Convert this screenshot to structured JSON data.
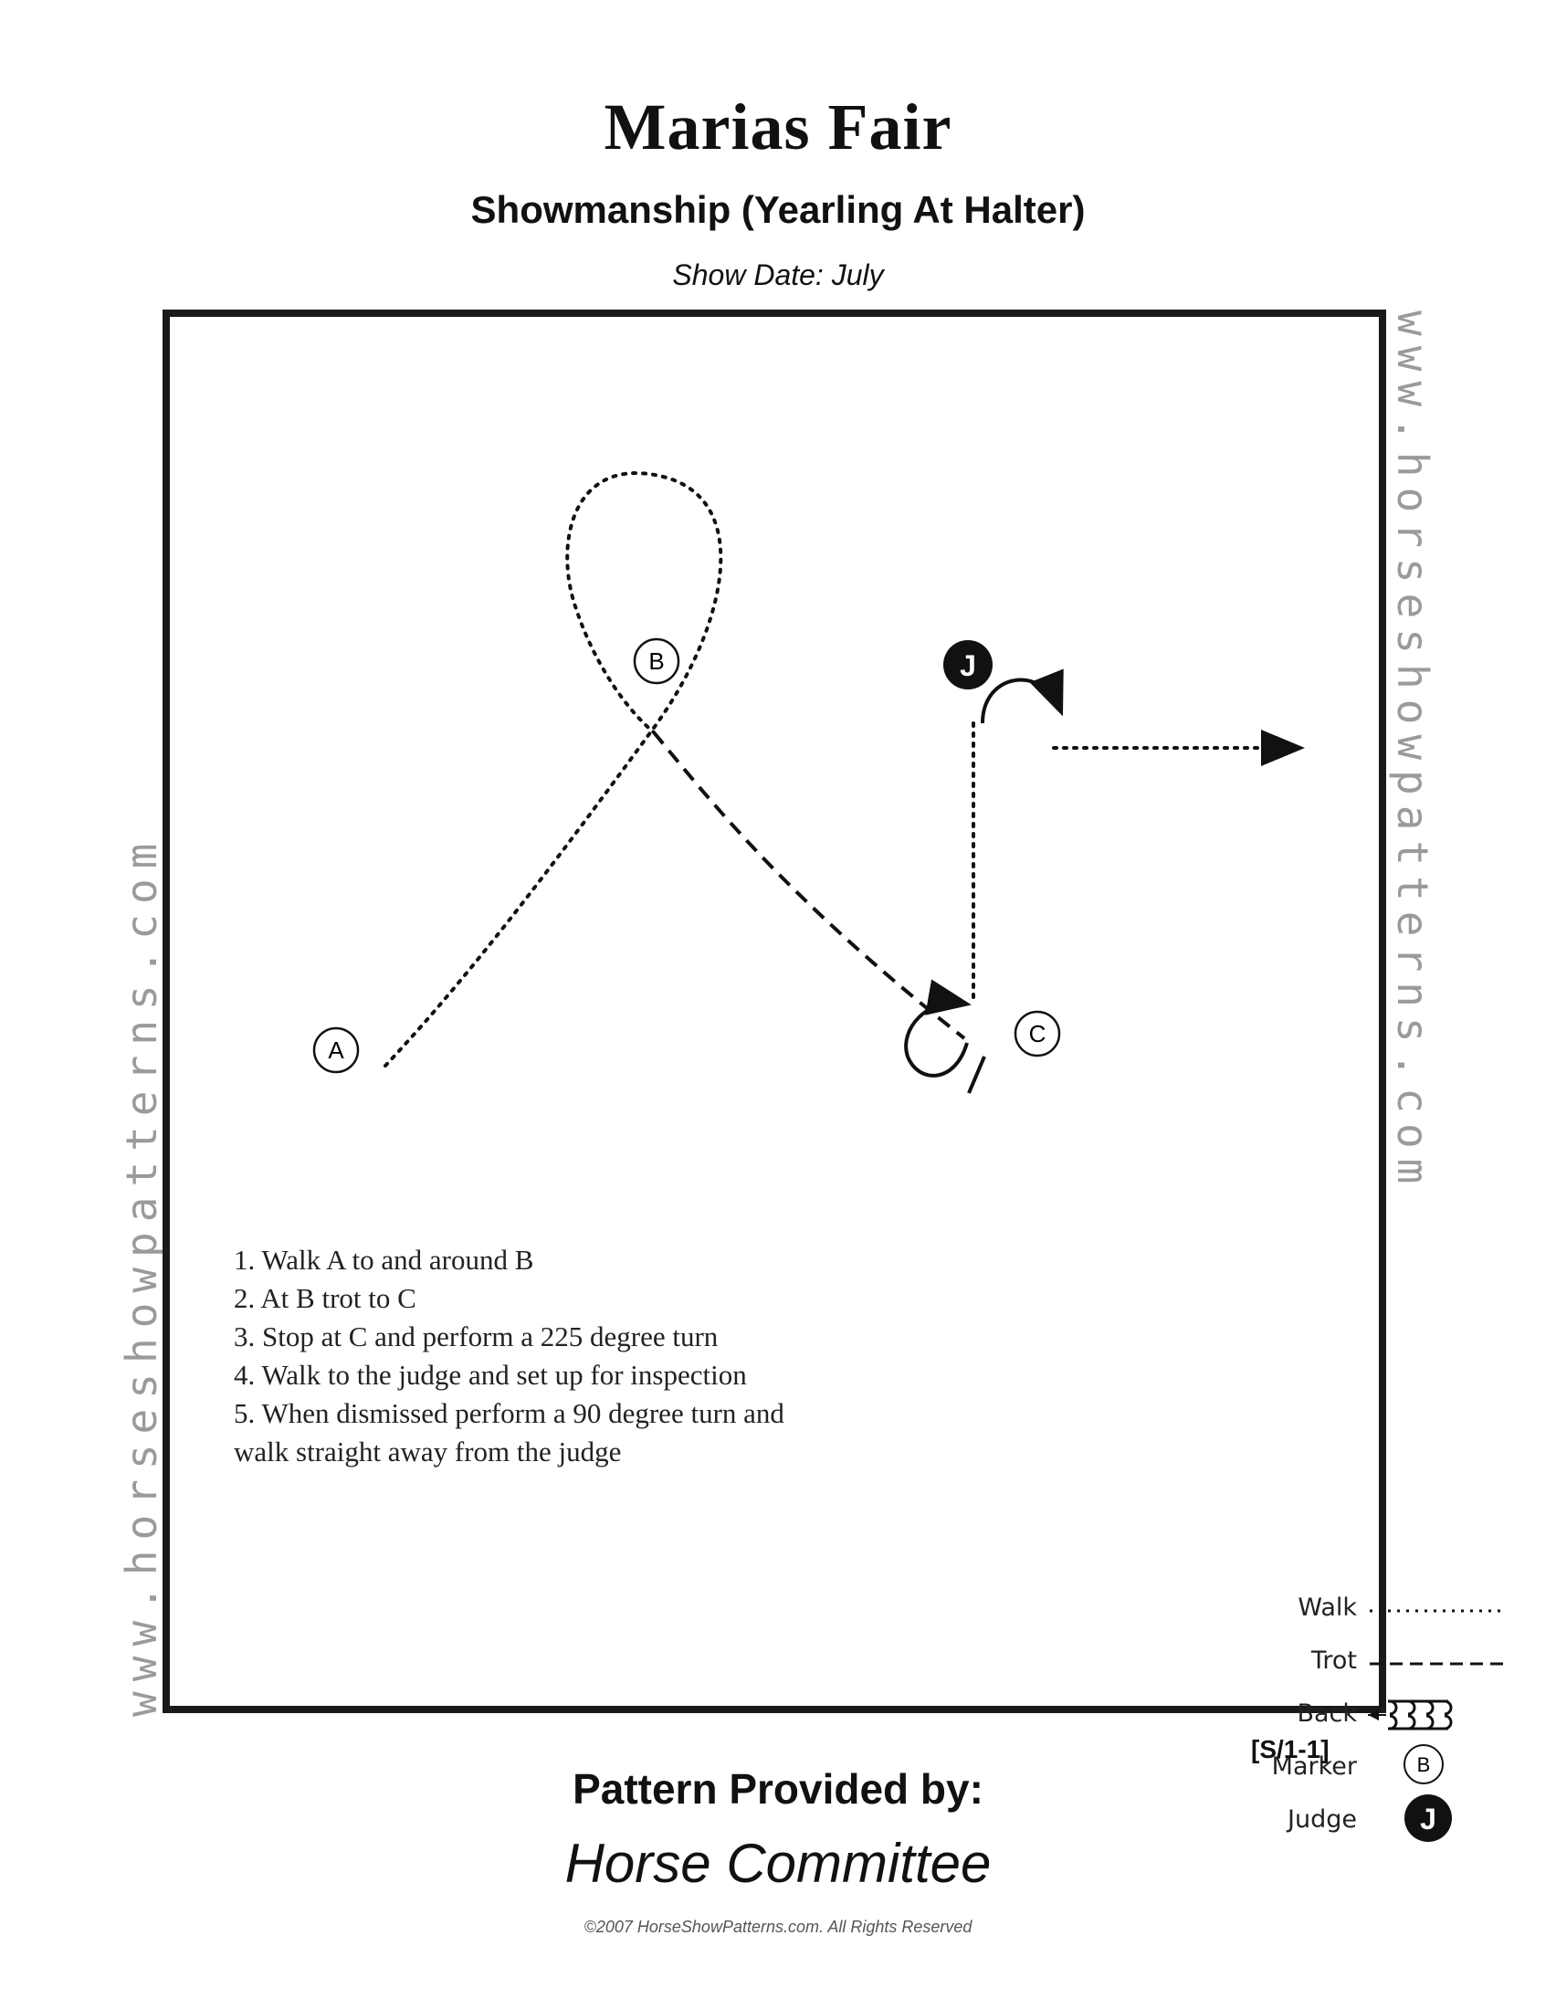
{
  "header": {
    "title": "Marias Fair",
    "subtitle": "Showmanship (Yearling At Halter)",
    "show_date": "Show Date: July"
  },
  "watermark": {
    "text": "www.horseshowpatterns.com"
  },
  "pattern": {
    "markers": {
      "a": "A",
      "b": "B",
      "c": "C"
    },
    "judge": "J",
    "steps": [
      "1. Walk A to and around B",
      "2. At B trot to C",
      "3. Stop at C and perform a 225 degree turn",
      "4. Walk to the judge and set up for inspection",
      "5. When dismissed perform a 90 degree turn and",
      "walk straight away from the judge"
    ]
  },
  "legend": {
    "walk": "Walk",
    "trot": "Trot",
    "back": "Back",
    "marker": "Marker",
    "marker_symbol": "B",
    "judge": "Judge",
    "judge_symbol": "J"
  },
  "pattern_code": "[S/1-1]",
  "footer": {
    "provided_by": "Pattern Provided by:",
    "provider": "Horse Committee",
    "copyright": "©2007 HorseShowPatterns.com. All Rights Reserved"
  }
}
